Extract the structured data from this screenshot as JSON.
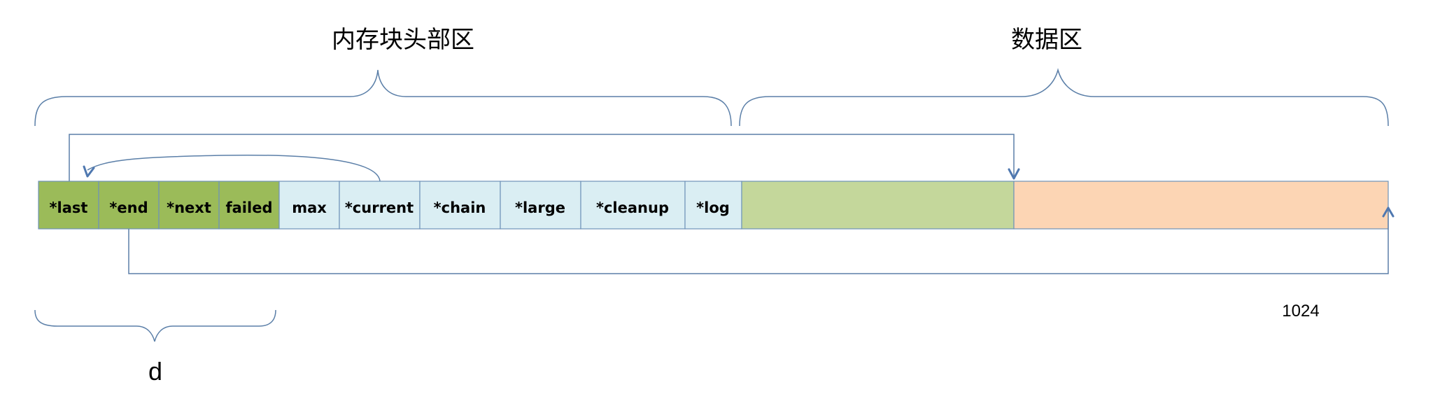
{
  "labels": {
    "header_region": "内存块头部区",
    "data_region": "数据区",
    "d_label": "d",
    "size_label": "1024"
  },
  "cells": [
    {
      "id": "last",
      "text": "*last",
      "color": "#9bbb59"
    },
    {
      "id": "end",
      "text": "*end",
      "color": "#9bbb59"
    },
    {
      "id": "next",
      "text": "*next",
      "color": "#9bbb59"
    },
    {
      "id": "failed",
      "text": "failed",
      "color": "#9bbb59"
    },
    {
      "id": "max",
      "text": "max",
      "color": "#daeef3"
    },
    {
      "id": "current",
      "text": "*current",
      "color": "#daeef3"
    },
    {
      "id": "chain",
      "text": "*chain",
      "color": "#daeef3"
    },
    {
      "id": "large",
      "text": "*large",
      "color": "#daeef3"
    },
    {
      "id": "cleanup",
      "text": "*cleanup",
      "color": "#daeef3"
    },
    {
      "id": "log",
      "text": "*log",
      "color": "#daeef3"
    }
  ],
  "data_blocks": [
    {
      "id": "used",
      "color": "#c4d79b"
    },
    {
      "id": "free",
      "color": "#fcd5b4"
    }
  ],
  "colors": {
    "line": "#5b7fa8",
    "arrow": "#4f78b0"
  }
}
